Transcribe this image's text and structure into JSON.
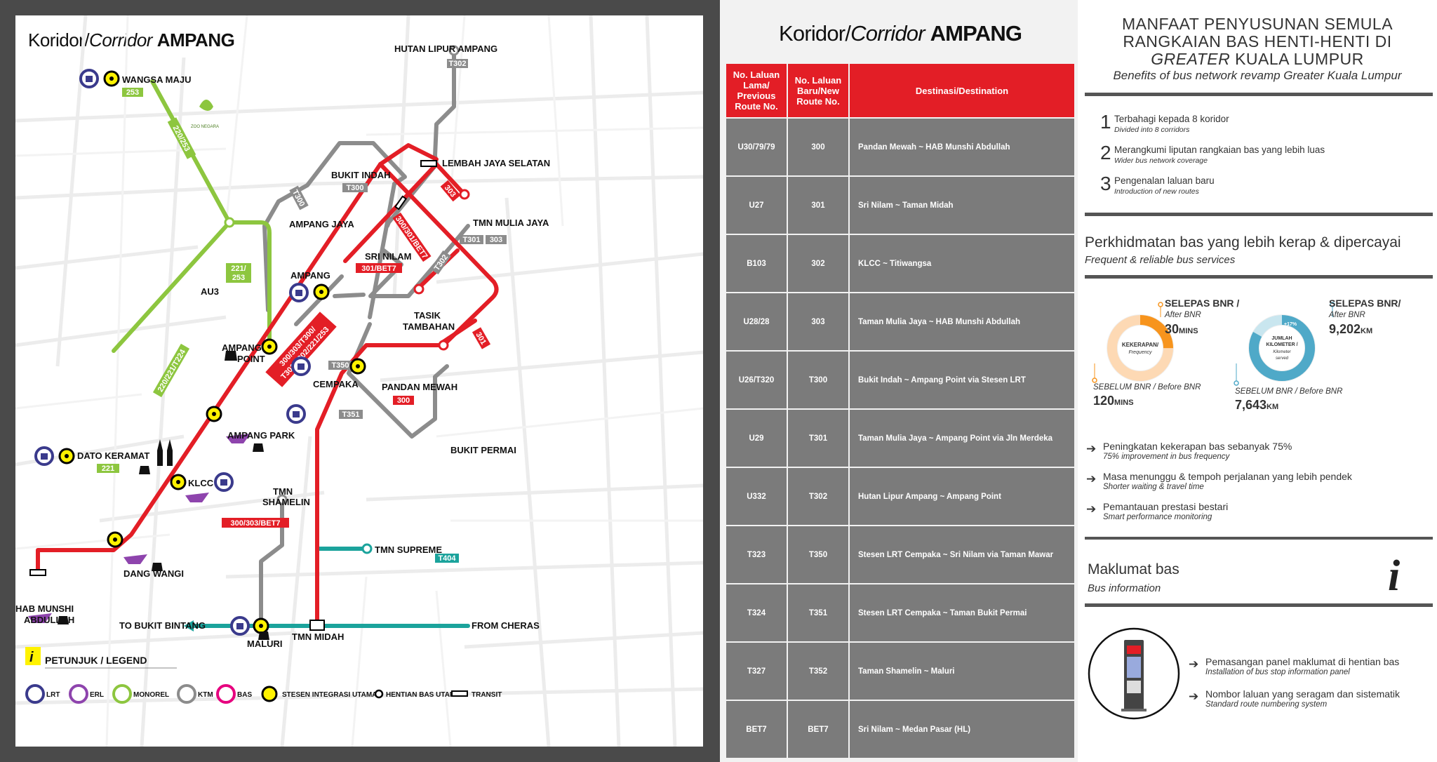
{
  "map": {
    "title_prefix": "Koridor/",
    "title_italic": "Corridor",
    "title_name": "AMPANG",
    "colors": {
      "red": "#e31e26",
      "green": "#8dc63f",
      "teal": "#1ba39c",
      "grey": "#8c8c8c",
      "yellow": "#fff200",
      "lrt": "#3a3a8c",
      "erl": "#8e44ad",
      "bus": "#e6007e"
    },
    "stations": {
      "wangsa_maju": "WANGSA MAJU",
      "hutan_lipur": "HUTAN LIPUR AMPANG",
      "bukit_indah": "BUKIT INDAH",
      "lembah_jaya": "LEMBAH JAYA SELATAN",
      "ampang_jaya": "AMPANG JAYA",
      "tmn_mulia_jaya": "TMN MULIA JAYA",
      "sri_nilam": "SRI NILAM",
      "ampang": "AMPANG",
      "au3": "AU3",
      "tasik_tambahan_1": "TASIK",
      "tasik_tambahan_2": "TAMBAHAN",
      "ampang_point_1": "AMPANG",
      "ampang_point_2": "POINT",
      "cempaka": "CEMPAKA",
      "pandan_mewah": "PANDAN MEWAH",
      "ampang_park": "AMPANG PARK",
      "bukit_permai": "BUKIT PERMAI",
      "dato_keramat": "DATO KERAMAT",
      "klcc": "KLCC",
      "tmn_shamelin_1": "TMN",
      "tmn_shamelin_2": "SHAMELIN",
      "tmn_supreme": "TMN SUPREME",
      "dang_wangi": "DANG WANGI",
      "hab_1": "HAB MUNSHI",
      "hab_2": "ABDULLAH",
      "to_bukit_bintang": "TO BUKIT BINTANG",
      "from_cheras": "FROM CHERAS",
      "maluri": "MALURI",
      "tmn_midah": "TMN MIDAH",
      "zoo_negara": "ZOO NEGARA"
    },
    "route_tags": {
      "t302": "T302",
      "n253": "253",
      "n220_253": "220/253",
      "t300": "T300",
      "n303": "303",
      "t300_side": "T300",
      "n300_301_bet7": "300/301/BET7",
      "t301": "T301",
      "n303b": "303",
      "n301_bet7": "301/BET7",
      "t302b": "T302",
      "n221_253_1": "221/",
      "n221_253_2": "253",
      "t350": "T350",
      "n301": "301",
      "big_1": "300/303/T300/",
      "big_2": "T301/T302/221/253",
      "n220_221_t224": "220/221/T224",
      "t351": "T351",
      "n300": "300",
      "n221": "221",
      "n300_303_bet7": "300/303/BET7",
      "t404": "T404"
    },
    "legend": {
      "title": "PETUNJUK / LEGEND",
      "lrt": "LRT",
      "erl": "ERL",
      "monorel": "MONOREL",
      "ktm": "KTM",
      "bas": "BAS",
      "stesen": "STESEN INTEGRASI UTAMA",
      "hentian": "HENTIAN BAS UTAMA",
      "transit": "TRANSIT"
    }
  },
  "routes": {
    "title_prefix": "Koridor/",
    "title_italic": "Corridor",
    "title_name": "AMPANG",
    "headers": [
      "No. Laluan Lama/ Previous Route No.",
      "No. Laluan Baru/New Route No.",
      "Destinasi/Destination"
    ],
    "rows": [
      {
        "old": "U30/79/79",
        "new": "300",
        "dest": "Pandan Mewah ~ HAB Munshi Abdullah"
      },
      {
        "old": "U27",
        "new": "301",
        "dest": "Sri Nilam ~ Taman Midah"
      },
      {
        "old": "B103",
        "new": "302",
        "dest": "KLCC ~ Titiwangsa"
      },
      {
        "old": "U28/28",
        "new": "303",
        "dest": "Taman Mulia Jaya ~ HAB Munshi Abdullah"
      },
      {
        "old": "U26/T320",
        "new": "T300",
        "dest": "Bukit Indah ~ Ampang Point via Stesen LRT"
      },
      {
        "old": "U29",
        "new": "T301",
        "dest": "Taman Mulia Jaya ~ Ampang Point via Jln Merdeka"
      },
      {
        "old": "U332",
        "new": "T302",
        "dest": "Hutan Lipur Ampang ~ Ampang Point"
      },
      {
        "old": "T323",
        "new": "T350",
        "dest": "Stesen LRT Cempaka ~ Sri Nilam via Taman Mawar"
      },
      {
        "old": "T324",
        "new": "T351",
        "dest": "Stesen LRT Cempaka ~ Taman Bukit Permai"
      },
      {
        "old": "T327",
        "new": "T352",
        "dest": "Taman Shamelin ~ Maluri"
      },
      {
        "old": "BET7",
        "new": "BET7",
        "dest": "Sri Nilam ~ Medan Pasar (HL)"
      }
    ]
  },
  "info": {
    "heading_1": "MANFAAT PENYUSUNAN SEMULA",
    "heading_2": "RANGKAIAN BAS HENTI-HENTI DI",
    "heading_3_italic": "GREATER",
    "heading_3_rest": " KUALA LUMPUR",
    "subheading": "Benefits of bus network revamp Greater Kuala Lumpur",
    "points": [
      {
        "n": "1",
        "t": "Terbahagi kepada 8 koridor",
        "s": "Divided into 8 corridors"
      },
      {
        "n": "2",
        "t": "Merangkumi liputan rangkaian bas yang lebih luas",
        "s": "Wider bus network coverage"
      },
      {
        "n": "3",
        "t": "Pengenalan laluan baru",
        "s": "Introduction of new routes"
      }
    ],
    "section2_title": "Perkhidmatan bas yang lebih kerap & dipercayai",
    "section2_sub": "Frequent & reliable bus services",
    "freq": {
      "after_lbl": "SELEPAS BNR /",
      "after_lbl_en": "After BNR",
      "after_val": "30",
      "after_unit": "MINS",
      "center_1": "KEKERAPAN/",
      "center_2": "Frequency",
      "before_lbl": "SEBELUM BNR / Before BNR",
      "before_val": "120",
      "before_unit": "MINS",
      "fraction": 0.25
    },
    "dist": {
      "after_lbl": "SELEPAS BNR/",
      "after_lbl_en": "After BNR",
      "after_val": "9,202",
      "after_unit": "KM",
      "pct": "+17%",
      "center_1": "JUMLAH",
      "center_2": "KILOMETER /",
      "center_3": "Kilometer",
      "center_4": "served",
      "before_lbl": "SEBELUM BNR / Before BNR",
      "before_val": "7,643",
      "before_unit": "KM",
      "fraction": 0.83
    },
    "improvements": [
      {
        "t": "Peningkatan kekerapan bas sebanyak 75%",
        "s": "75% improvement in bus frequency"
      },
      {
        "t": "Masa menunggu & tempoh perjalanan yang lebih pendek",
        "s": "Shorter waiting & travel time"
      },
      {
        "t": "Pemantauan prestasi bestari",
        "s": "Smart performance monitoring"
      }
    ],
    "section3_title": "Maklumat bas",
    "section3_sub": "Bus information",
    "info_icon": "i",
    "panel_items": [
      {
        "t": "Pemasangan panel maklumat di hentian bas",
        "s": "Installation of bus stop information panel"
      },
      {
        "t": "Nombor laluan yang seragam dan sistematik",
        "s": "Standard route numbering system"
      }
    ]
  }
}
